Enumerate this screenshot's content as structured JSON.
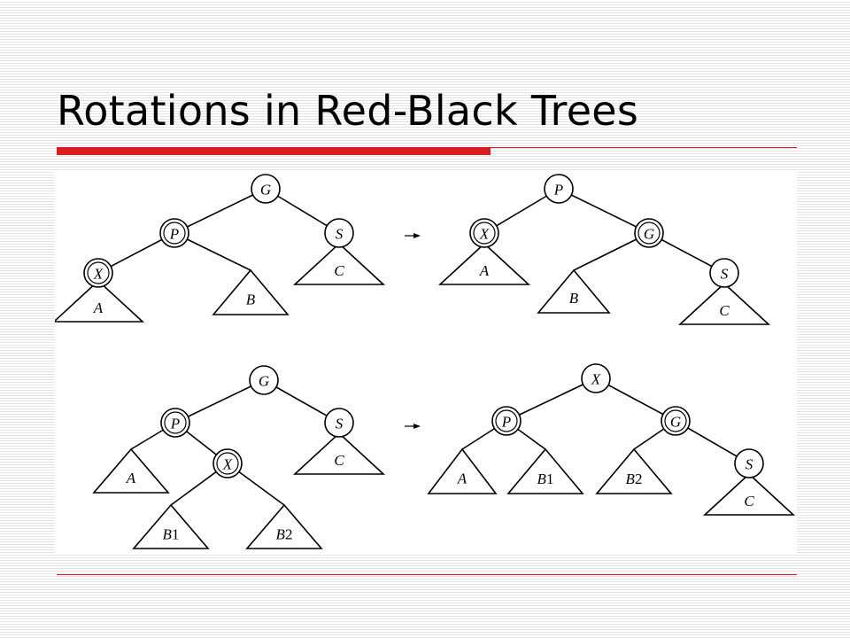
{
  "slide": {
    "title": "Rotations in Red-Black Trees"
  },
  "colors": {
    "accent_red": "#d81e1e",
    "stripe": "#e4e4e4",
    "ink": "#000000"
  },
  "diagram": {
    "nodes": [
      {
        "id": "n1",
        "label": "G",
        "double_ring": false
      },
      {
        "id": "n2",
        "label": "P",
        "double_ring": true
      },
      {
        "id": "n3",
        "label": "S",
        "double_ring": false
      },
      {
        "id": "n4",
        "label": "X",
        "double_ring": true
      },
      {
        "id": "n5",
        "label": "P",
        "double_ring": false
      },
      {
        "id": "n6",
        "label": "X",
        "double_ring": true
      },
      {
        "id": "n7",
        "label": "G",
        "double_ring": true
      },
      {
        "id": "n8",
        "label": "S",
        "double_ring": false
      },
      {
        "id": "n9",
        "label": "G",
        "double_ring": false
      },
      {
        "id": "n10",
        "label": "P",
        "double_ring": true
      },
      {
        "id": "n11",
        "label": "S",
        "double_ring": false
      },
      {
        "id": "n12",
        "label": "X",
        "double_ring": true
      },
      {
        "id": "n13",
        "label": "X",
        "double_ring": false
      },
      {
        "id": "n14",
        "label": "P",
        "double_ring": true
      },
      {
        "id": "n15",
        "label": "G",
        "double_ring": true
      },
      {
        "id": "n16",
        "label": "S",
        "double_ring": false
      }
    ],
    "subtrees": [
      {
        "id": "t1",
        "label": "C"
      },
      {
        "id": "t2",
        "label": "B"
      },
      {
        "id": "t3",
        "label": "A"
      },
      {
        "id": "t4",
        "label": "A"
      },
      {
        "id": "t5",
        "label": "B"
      },
      {
        "id": "t6",
        "label": "C"
      },
      {
        "id": "t7",
        "label": "C"
      },
      {
        "id": "t8",
        "label": "A"
      },
      {
        "id": "t9",
        "label": "B1"
      },
      {
        "id": "t10",
        "label": "B2"
      },
      {
        "id": "t11",
        "label": "A"
      },
      {
        "id": "t12",
        "label": "B1"
      },
      {
        "id": "t13",
        "label": "B2"
      },
      {
        "id": "t14",
        "label": "C"
      }
    ]
  }
}
